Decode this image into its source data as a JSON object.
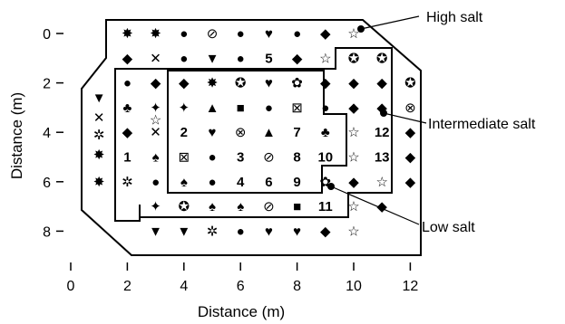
{
  "axes": {
    "x_title": "Distance (m)",
    "y_title": "Distance (m)",
    "x_ticks": [
      "0",
      "2",
      "4",
      "6",
      "8",
      "10",
      "12"
    ],
    "y_ticks": [
      "0",
      "2",
      "4",
      "6",
      "8"
    ]
  },
  "zones": {
    "high": "High salt",
    "intermediate": "Intermediate salt",
    "low": "Low salt"
  },
  "markers": [
    {
      "x": 2,
      "y": 0,
      "g": "✸"
    },
    {
      "x": 3,
      "y": 0,
      "g": "✸"
    },
    {
      "x": 4,
      "y": 0,
      "g": "●"
    },
    {
      "x": 5,
      "y": 0,
      "g": "⊘"
    },
    {
      "x": 6,
      "y": 0,
      "g": "●"
    },
    {
      "x": 7,
      "y": 0,
      "g": "♥"
    },
    {
      "x": 8,
      "y": 0,
      "g": "●"
    },
    {
      "x": 9,
      "y": 0,
      "g": "◆"
    },
    {
      "x": 10,
      "y": 0,
      "g": "☆"
    },
    {
      "x": 2,
      "y": 1,
      "g": "◆"
    },
    {
      "x": 3,
      "y": 1,
      "g": "✕"
    },
    {
      "x": 4,
      "y": 1,
      "g": "●"
    },
    {
      "x": 5,
      "y": 1,
      "g": "▼"
    },
    {
      "x": 6,
      "y": 1,
      "g": "●"
    },
    {
      "x": 7,
      "y": 1,
      "g": "5"
    },
    {
      "x": 8,
      "y": 1,
      "g": "◆"
    },
    {
      "x": 9,
      "y": 1,
      "g": "☆"
    },
    {
      "x": 10,
      "y": 1,
      "g": "✪"
    },
    {
      "x": 11,
      "y": 1,
      "g": "✪"
    },
    {
      "x": 2,
      "y": 2,
      "g": "●"
    },
    {
      "x": 3,
      "y": 2,
      "g": "◆"
    },
    {
      "x": 4,
      "y": 2,
      "g": "◆"
    },
    {
      "x": 5,
      "y": 2,
      "g": "✸"
    },
    {
      "x": 6,
      "y": 2,
      "g": "✪"
    },
    {
      "x": 7,
      "y": 2,
      "g": "♥"
    },
    {
      "x": 8,
      "y": 2,
      "g": "✿"
    },
    {
      "x": 9,
      "y": 2,
      "g": "◆"
    },
    {
      "x": 10,
      "y": 2,
      "g": "◆"
    },
    {
      "x": 11,
      "y": 2,
      "g": "◆"
    },
    {
      "x": 12,
      "y": 2,
      "g": "✪"
    },
    {
      "x": 1,
      "y": 2.6,
      "g": "▼"
    },
    {
      "x": 2,
      "y": 3,
      "g": "♣"
    },
    {
      "x": 3,
      "y": 3,
      "g": "✦"
    },
    {
      "x": 4,
      "y": 3,
      "g": "✦"
    },
    {
      "x": 5,
      "y": 3,
      "g": "▲"
    },
    {
      "x": 6,
      "y": 3,
      "g": "■"
    },
    {
      "x": 7,
      "y": 3,
      "g": "●"
    },
    {
      "x": 8,
      "y": 3,
      "g": "⊠"
    },
    {
      "x": 9,
      "y": 3,
      "g": "●"
    },
    {
      "x": 10,
      "y": 3,
      "g": "◆"
    },
    {
      "x": 11,
      "y": 3,
      "g": "◆"
    },
    {
      "x": 12,
      "y": 3,
      "g": "⊗"
    },
    {
      "x": 1,
      "y": 3.4,
      "g": "✕"
    },
    {
      "x": 1,
      "y": 4.1,
      "g": "✲"
    },
    {
      "x": 2,
      "y": 4,
      "g": "◆"
    },
    {
      "x": 3,
      "y": 4,
      "g": "✕"
    },
    {
      "x": 4,
      "y": 4,
      "g": "2"
    },
    {
      "x": 5,
      "y": 4,
      "g": "♥"
    },
    {
      "x": 6,
      "y": 4,
      "g": "⊗"
    },
    {
      "x": 7,
      "y": 4,
      "g": "▲"
    },
    {
      "x": 8,
      "y": 4,
      "g": "7"
    },
    {
      "x": 9,
      "y": 4,
      "g": "♣"
    },
    {
      "x": 10,
      "y": 4,
      "g": "☆"
    },
    {
      "x": 11,
      "y": 4,
      "g": "12"
    },
    {
      "x": 12,
      "y": 4,
      "g": "◆"
    },
    {
      "x": 3,
      "y": 3.5,
      "g": "☆"
    },
    {
      "x": 1,
      "y": 4.9,
      "g": "✸"
    },
    {
      "x": 2,
      "y": 5,
      "g": "1"
    },
    {
      "x": 3,
      "y": 5,
      "g": "♠"
    },
    {
      "x": 4,
      "y": 5,
      "g": "⊠"
    },
    {
      "x": 5,
      "y": 5,
      "g": "●"
    },
    {
      "x": 6,
      "y": 5,
      "g": "3"
    },
    {
      "x": 7,
      "y": 5,
      "g": "⊘"
    },
    {
      "x": 8,
      "y": 5,
      "g": "8"
    },
    {
      "x": 9,
      "y": 5,
      "g": "10"
    },
    {
      "x": 10,
      "y": 5,
      "g": "☆"
    },
    {
      "x": 11,
      "y": 5,
      "g": "13"
    },
    {
      "x": 12,
      "y": 5,
      "g": "◆"
    },
    {
      "x": 1,
      "y": 6,
      "g": "✸"
    },
    {
      "x": 2,
      "y": 6,
      "g": "✲"
    },
    {
      "x": 3,
      "y": 6,
      "g": "●"
    },
    {
      "x": 4,
      "y": 6,
      "g": "♠"
    },
    {
      "x": 5,
      "y": 6,
      "g": "●"
    },
    {
      "x": 6,
      "y": 6,
      "g": "4"
    },
    {
      "x": 7,
      "y": 6,
      "g": "6"
    },
    {
      "x": 8,
      "y": 6,
      "g": "9"
    },
    {
      "x": 9,
      "y": 6,
      "g": "✿"
    },
    {
      "x": 10,
      "y": 6,
      "g": "◆"
    },
    {
      "x": 11,
      "y": 6,
      "g": "☆"
    },
    {
      "x": 12,
      "y": 6,
      "g": "◆"
    },
    {
      "x": 3,
      "y": 7,
      "g": "✦"
    },
    {
      "x": 4,
      "y": 7,
      "g": "✪"
    },
    {
      "x": 5,
      "y": 7,
      "g": "♠"
    },
    {
      "x": 6,
      "y": 7,
      "g": "♠"
    },
    {
      "x": 7,
      "y": 7,
      "g": "⊘"
    },
    {
      "x": 8,
      "y": 7,
      "g": "■"
    },
    {
      "x": 9,
      "y": 7,
      "g": "11"
    },
    {
      "x": 10,
      "y": 7,
      "g": "☆"
    },
    {
      "x": 11,
      "y": 7,
      "g": "◆"
    },
    {
      "x": 3,
      "y": 8,
      "g": "▼"
    },
    {
      "x": 4,
      "y": 8,
      "g": "▼"
    },
    {
      "x": 5,
      "y": 8,
      "g": "✲"
    },
    {
      "x": 6,
      "y": 8,
      "g": "●"
    },
    {
      "x": 7,
      "y": 8,
      "g": "♥"
    },
    {
      "x": 8,
      "y": 8,
      "g": "♥"
    },
    {
      "x": 9,
      "y": 8,
      "g": "◆"
    },
    {
      "x": 10,
      "y": 8,
      "g": "☆"
    }
  ]
}
